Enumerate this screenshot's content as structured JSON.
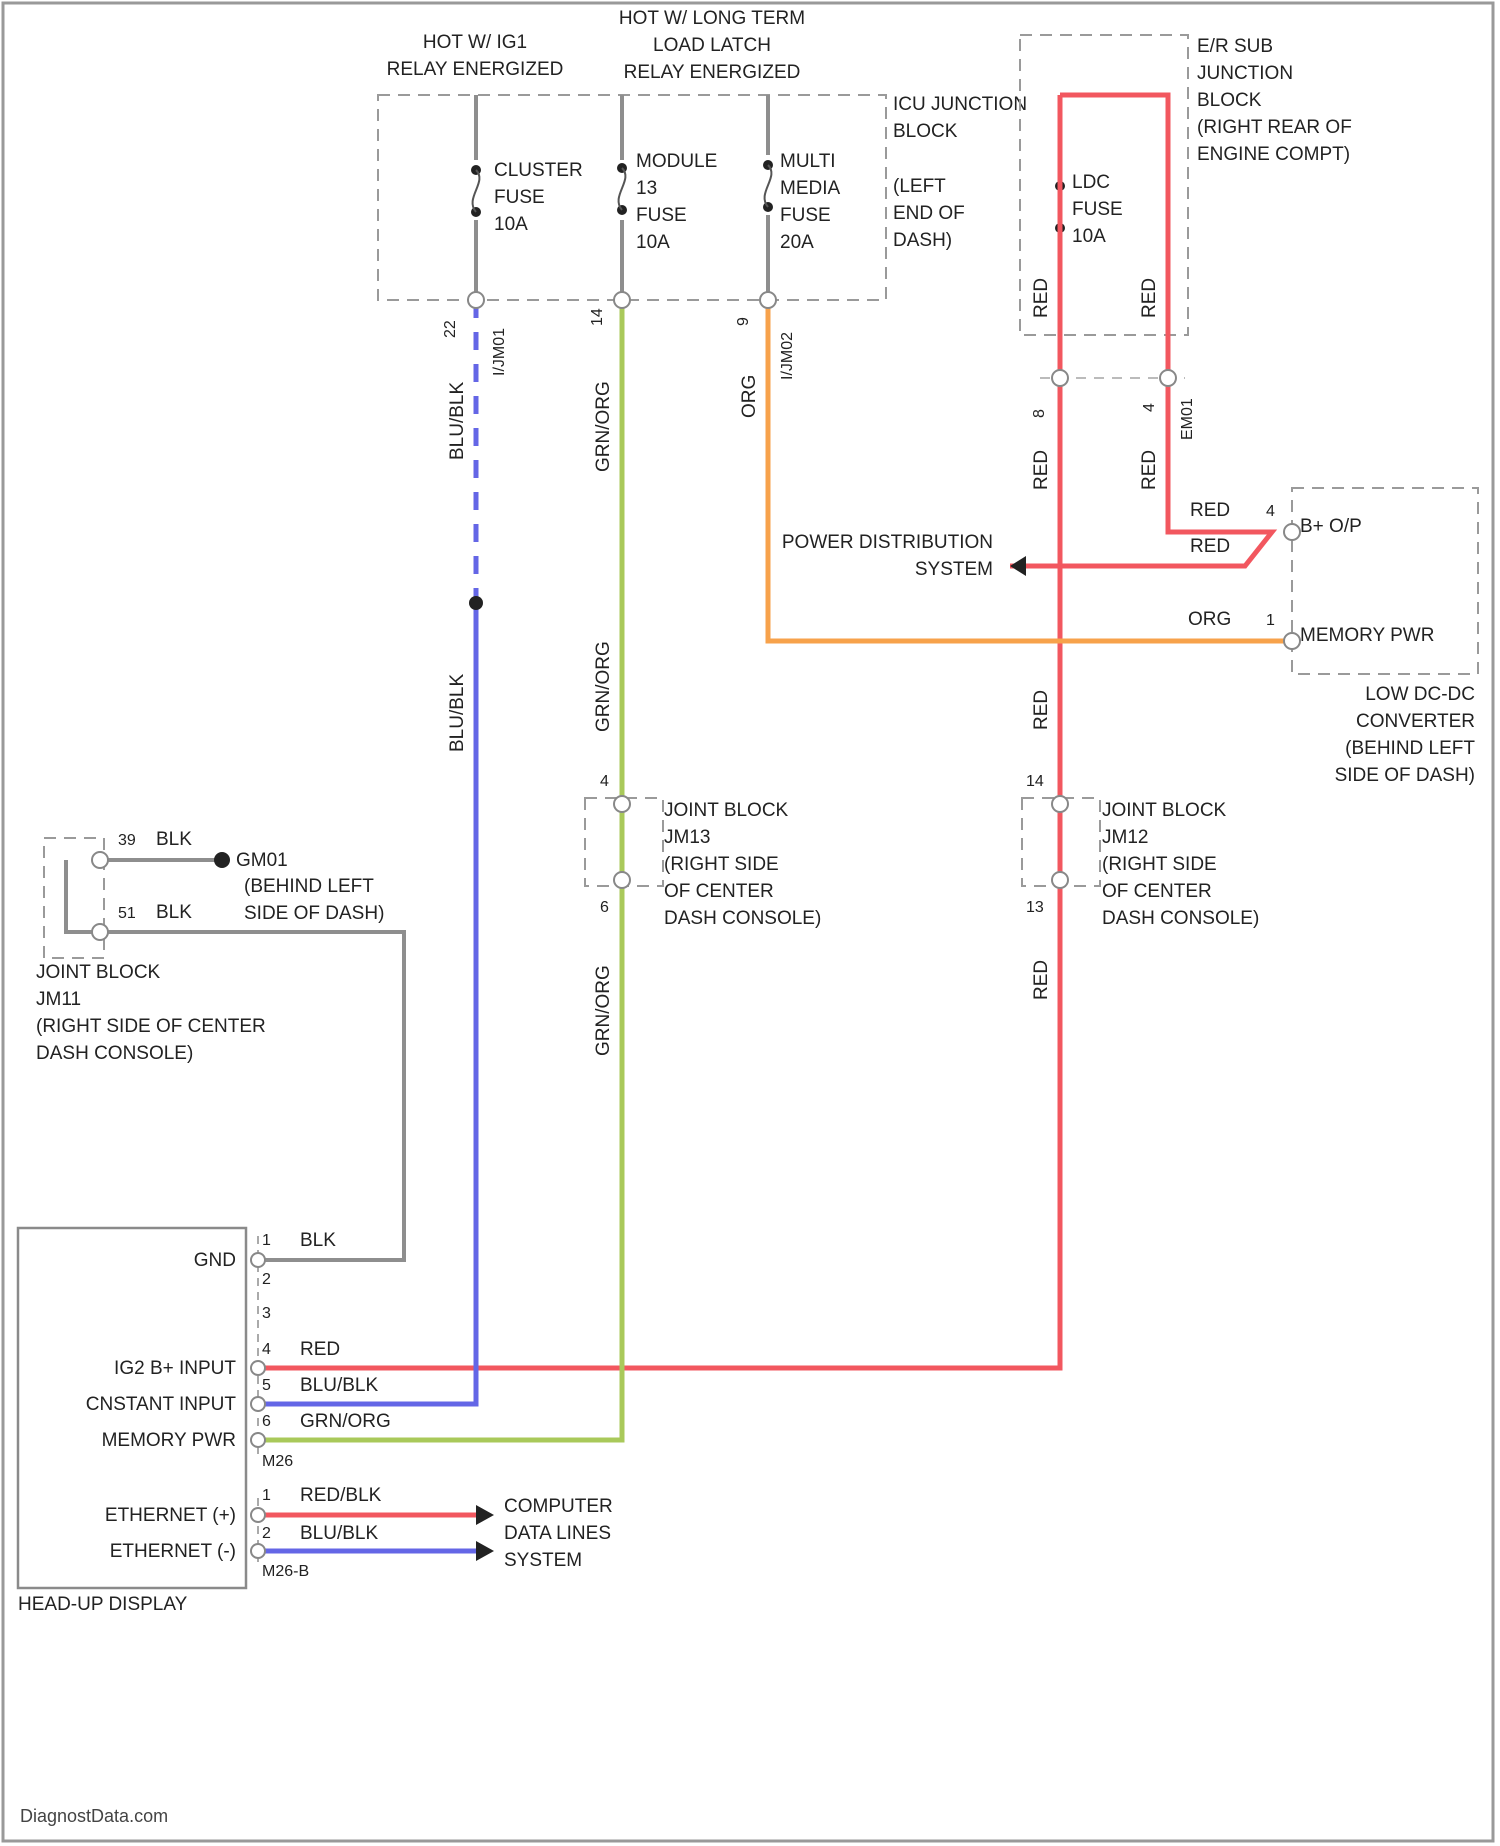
{
  "colors": {
    "red": "#f2575f",
    "blue": "#6466e6",
    "green": "#a9c95a",
    "orange": "#f7a24b",
    "gray": "#8e8e8e"
  },
  "power_labels": {
    "hot_ig1_line1": "HOT W/ IG1",
    "hot_ig1_line2": "RELAY ENERGIZED",
    "hot_load_line1": "HOT W/ LONG TERM",
    "hot_load_line2": "LOAD LATCH",
    "hot_load_line3": "RELAY ENERGIZED"
  },
  "icu_block": {
    "line1": "ICU JUNCTION",
    "line2": "BLOCK",
    "line3": "(LEFT",
    "line4": "END OF",
    "line5": "DASH)"
  },
  "fuses": {
    "cluster": [
      "CLUSTER",
      "FUSE",
      "10A"
    ],
    "module": [
      "MODULE",
      "13",
      "FUSE",
      "10A"
    ],
    "multimedia": [
      "MULTI",
      "MEDIA",
      "FUSE",
      "20A"
    ],
    "ldc": [
      "LDC",
      "FUSE",
      "10A"
    ]
  },
  "er_block": {
    "lines": [
      "E/R SUB",
      "JUNCTION",
      "BLOCK",
      "(RIGHT REAR OF",
      "ENGINE COMPT)"
    ]
  },
  "connector_ids": {
    "cluster": "I/JM01",
    "multimedia": "I/JM02",
    "ldc": "EM01"
  },
  "pins": {
    "cluster": "22",
    "module": "14",
    "multimedia": "9",
    "ldc_left": "8",
    "ldc_right": "4",
    "jb3_top": "4",
    "jb3_bottom": "6",
    "jb2_top": "14",
    "jb2_bottom": "13",
    "ldc_bplus": "4",
    "ldc_mem": "1"
  },
  "wire_colors": {
    "blublk": "BLU/BLK",
    "grnorg": "GRN/ORG",
    "org": "ORG",
    "red": "RED",
    "blk": "BLK",
    "redblk": "RED/BLK"
  },
  "power_dist": {
    "line1": "POWER DISTRIBUTION",
    "line2": "SYSTEM"
  },
  "ldc": {
    "bplus": "B+ O/P",
    "mem": "MEMORY PWR",
    "name": [
      "LOW DC-DC",
      "CONVERTER",
      "(BEHIND LEFT",
      "SIDE OF DASH)"
    ]
  },
  "jb3": {
    "lines": [
      "JOINT BLOCK",
      "JM13",
      "(RIGHT SIDE",
      "OF CENTER",
      "DASH CONSOLE)"
    ]
  },
  "jb2": {
    "lines": [
      "JOINT BLOCK",
      "JM12",
      "(RIGHT SIDE",
      "OF CENTER",
      "DASH CONSOLE)"
    ]
  },
  "ground": {
    "pin_top": "39",
    "pin_bottom": "51",
    "id": "GM01",
    "location": [
      "(BEHIND LEFT",
      "SIDE OF DASH)"
    ],
    "jb_lines": [
      "JOINT BLOCK",
      "JM11",
      "(RIGHT SIDE OF CENTER",
      "DASH CONSOLE)"
    ]
  },
  "hud": {
    "name": "HEAD-UP DISPLAY",
    "pins": [
      "1",
      "2",
      "3",
      "4",
      "5",
      "6"
    ],
    "gnd": "GND",
    "ig_input": "IG2 B+ INPUT",
    "const_input": "CNSTANT INPUT",
    "mem_pwr": "MEMORY PWR",
    "conn_a": "M26",
    "eth_plus": "ETHERNET (+)",
    "eth_minus": "ETHERNET (-)",
    "eth_pin1": "1",
    "eth_pin2": "2",
    "conn_b": "M26-B"
  },
  "cdl": {
    "lines": [
      "COMPUTER",
      "DATA LINES",
      "SYSTEM"
    ]
  },
  "watermark": "DiagnostData.com"
}
